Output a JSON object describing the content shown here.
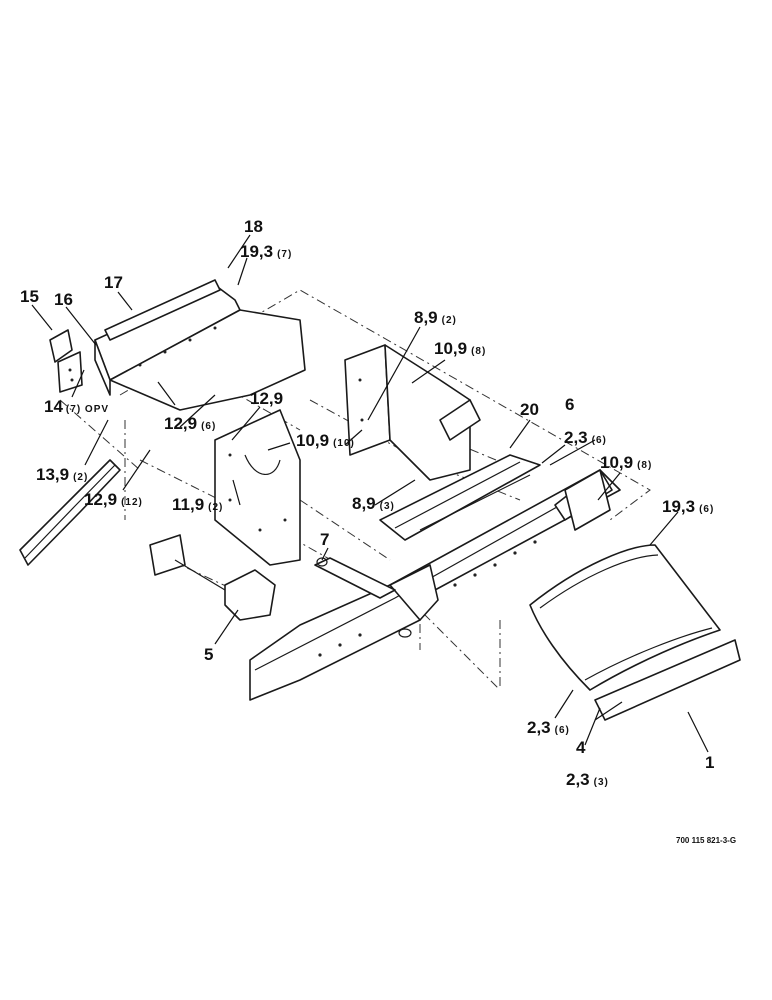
{
  "callouts": [
    {
      "id": "c1",
      "main": "1",
      "sub": ""
    },
    {
      "id": "c2-3-3",
      "main": "2,3",
      "sub": "(3)"
    },
    {
      "id": "c4",
      "main": "4",
      "sub": ""
    },
    {
      "id": "c2-3-6b",
      "main": "2,3",
      "sub": "(6)"
    },
    {
      "id": "c5",
      "main": "5",
      "sub": ""
    },
    {
      "id": "c7",
      "main": "7",
      "sub": ""
    },
    {
      "id": "c19-3-6",
      "main": "19,3",
      "sub": "(6)"
    },
    {
      "id": "c10-9-8b",
      "main": "10,9",
      "sub": "(8)"
    },
    {
      "id": "c2-3-6a",
      "main": "2,3",
      "sub": "(6)"
    },
    {
      "id": "c6",
      "main": "6",
      "sub": ""
    },
    {
      "id": "c20",
      "main": "20",
      "sub": ""
    },
    {
      "id": "c8-9-3",
      "main": "8,9",
      "sub": "(3)"
    },
    {
      "id": "c10-9-10",
      "main": "10,9",
      "sub": "(10)"
    },
    {
      "id": "c10-9-8a",
      "main": "10,9",
      "sub": "(8)"
    },
    {
      "id": "c8-9-2",
      "main": "8,9",
      "sub": "(2)"
    },
    {
      "id": "c11-9-2",
      "main": "11,9",
      "sub": "(2)"
    },
    {
      "id": "c12-9",
      "main": "12,9",
      "sub": ""
    },
    {
      "id": "c12-9-6",
      "main": "12,9",
      "sub": "(6)"
    },
    {
      "id": "c12-9-12",
      "main": "12,9",
      "sub": "(12)"
    },
    {
      "id": "c13-9-2",
      "main": "13,9",
      "sub": "(2)"
    },
    {
      "id": "c14-7-opv",
      "main": "14",
      "sub": "(7) OPV"
    },
    {
      "id": "c15",
      "main": "15",
      "sub": ""
    },
    {
      "id": "c16",
      "main": "16",
      "sub": ""
    },
    {
      "id": "c17",
      "main": "17",
      "sub": ""
    },
    {
      "id": "c18",
      "main": "18",
      "sub": ""
    },
    {
      "id": "c19-3-7",
      "main": "19,3",
      "sub": "(7)"
    }
  ],
  "figure_code": "700 115 821-3-G"
}
